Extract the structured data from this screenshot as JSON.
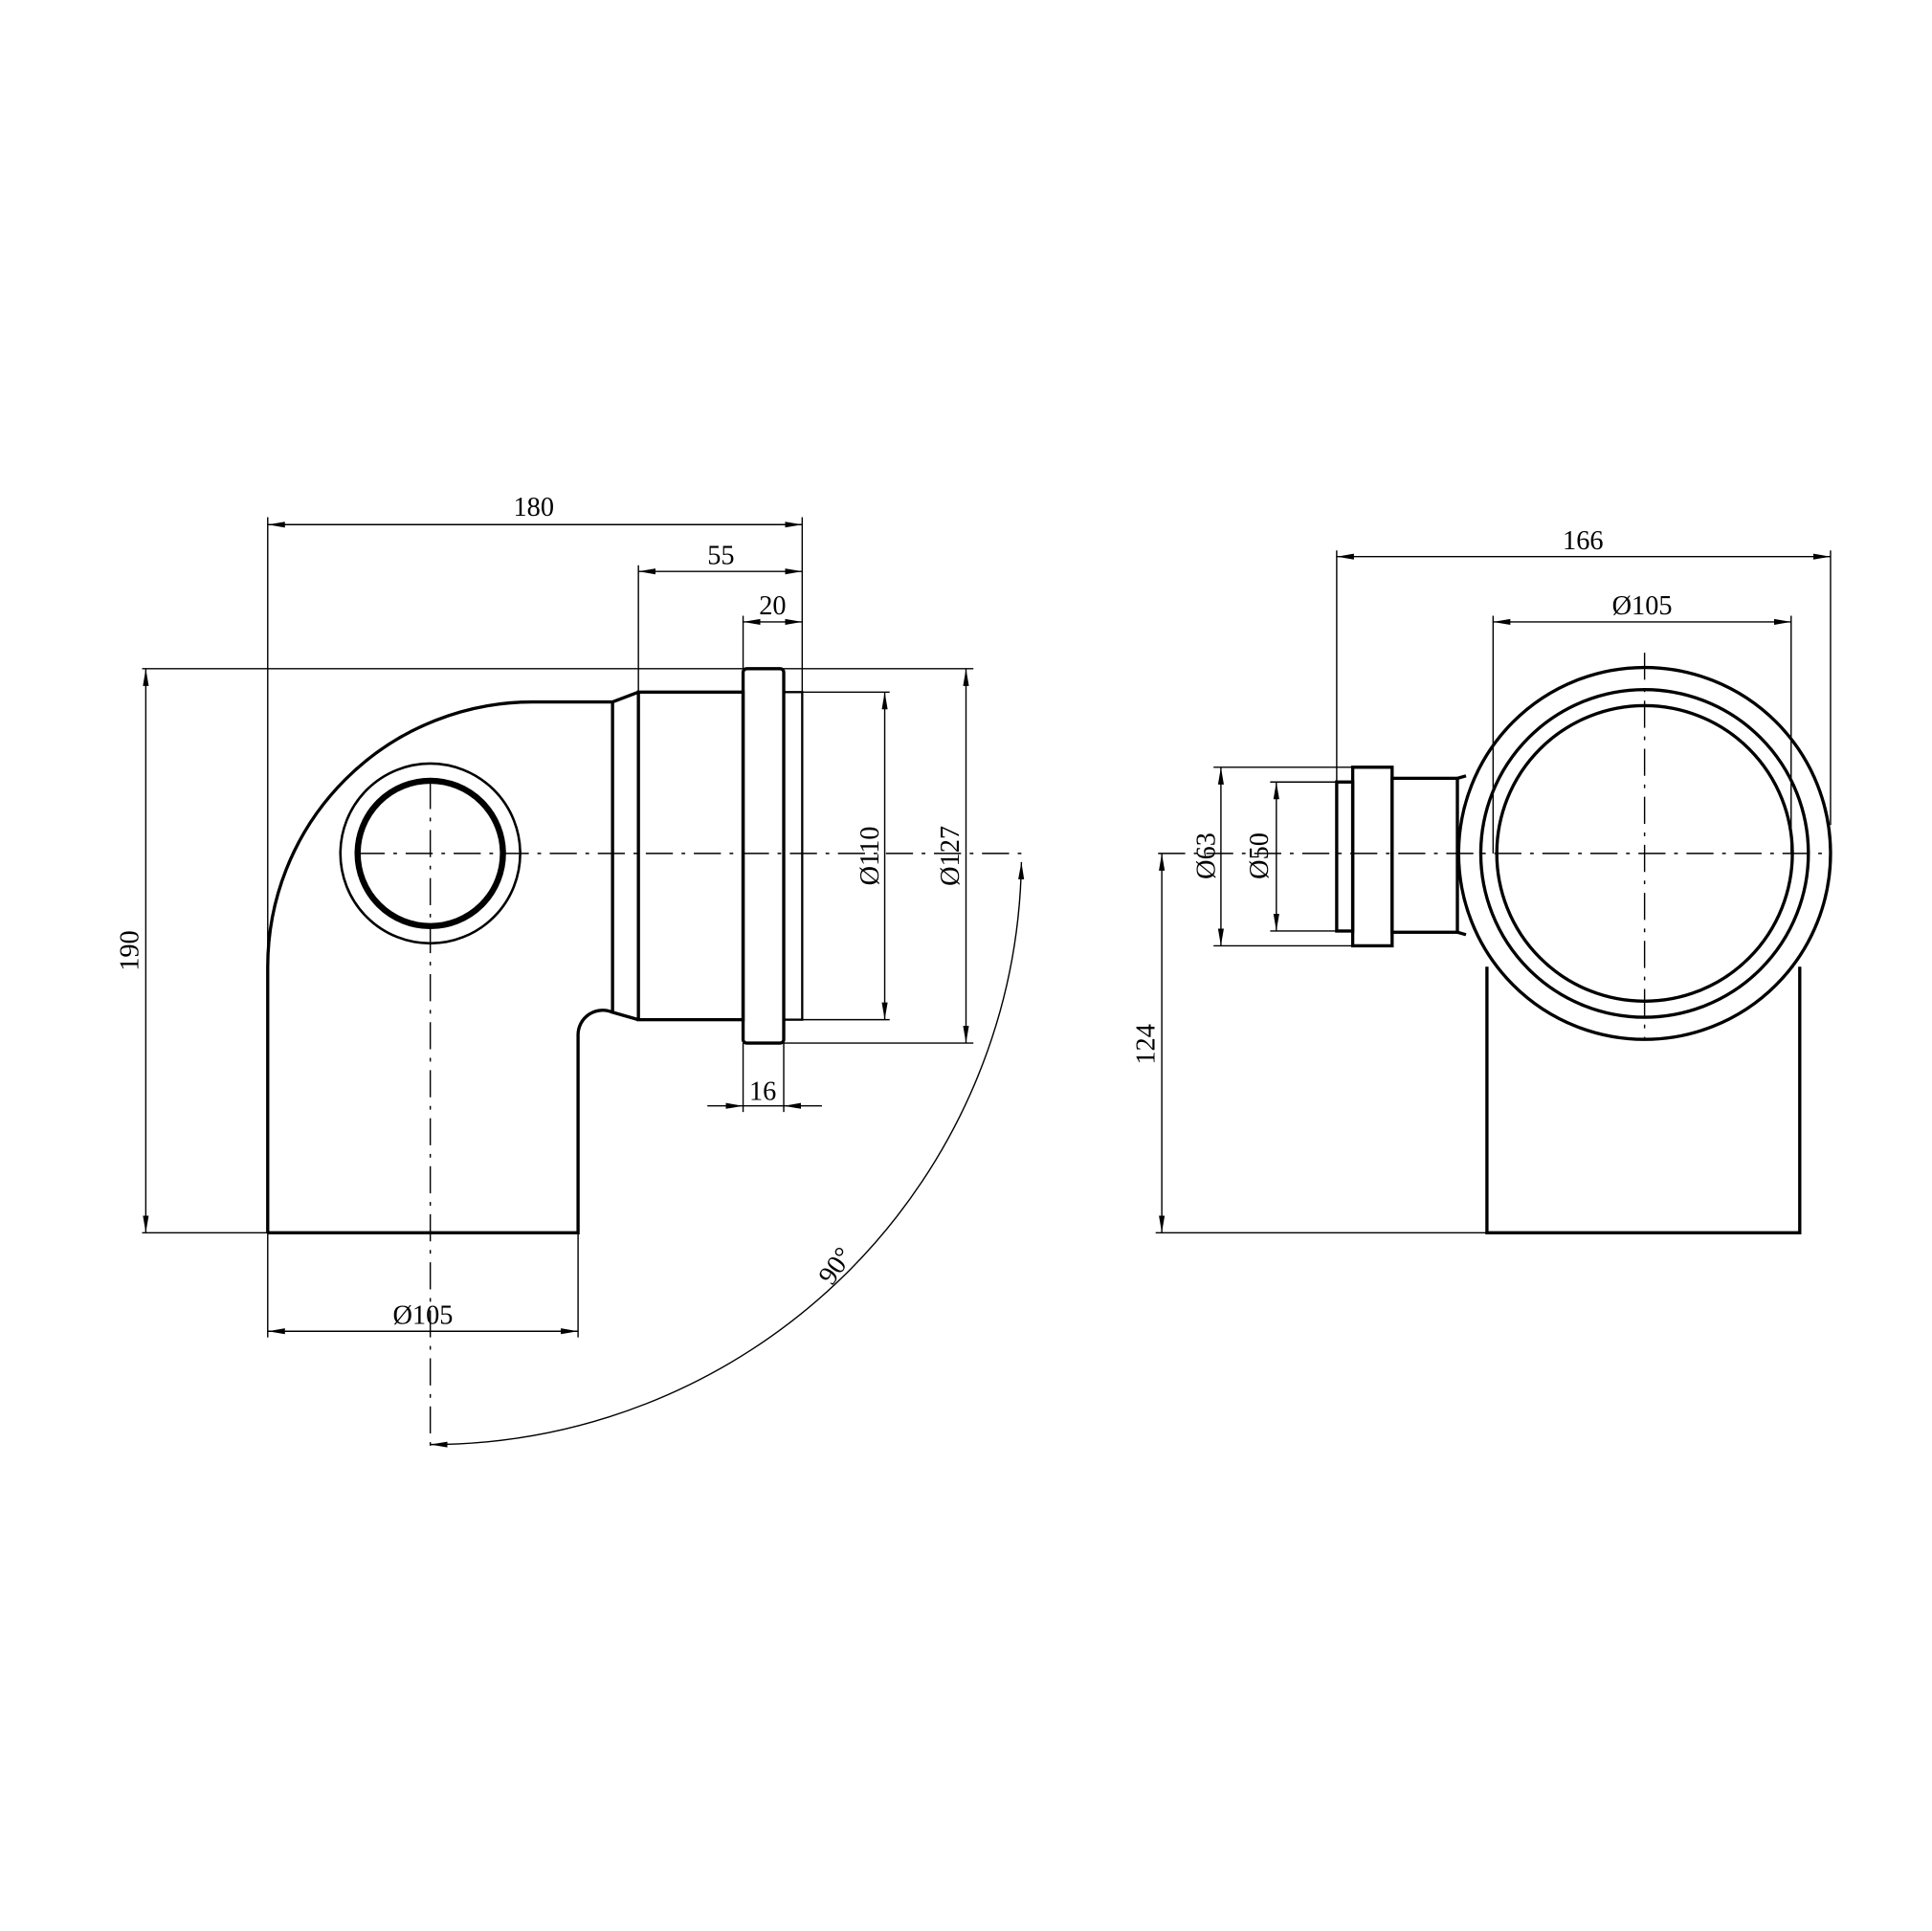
{
  "side_view": {
    "dim_overall_length": "180",
    "dim_socket_length": "55",
    "dim_flange_offset": "20",
    "dim_height": "190",
    "dim_inner_diameter": "Ø110",
    "dim_outer_diameter": "Ø127",
    "dim_flange_width": "16",
    "dim_base_diameter": "Ø105",
    "dim_angle": "90°"
  },
  "front_view": {
    "dim_overall_width": "166",
    "dim_pipe_diameter": "Ø105",
    "dim_side_outlet_outer": "Ø63",
    "dim_side_outlet_inner": "Ø50",
    "dim_axis_height": "124"
  }
}
